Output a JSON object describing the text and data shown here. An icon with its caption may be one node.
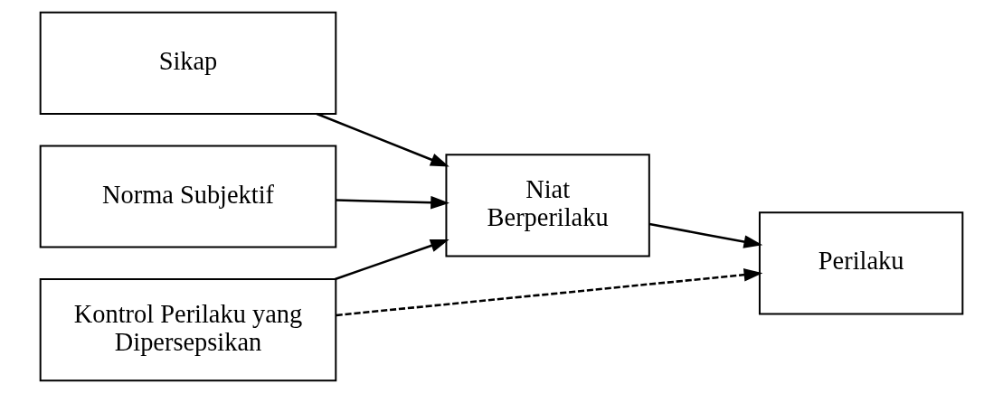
{
  "diagram": {
    "nodes": [
      {
        "text": [
          "Sikap"
        ]
      },
      {
        "text": [
          "Norma Subjektif"
        ]
      },
      {
        "text": [
          "Kontrol Perilaku yang Dipersepsikan"
        ]
      },
      {
        "text": [
          "Niat Berperilaku"
        ]
      },
      {
        "text": [
          "Perilaku"
        ]
      }
    ],
    "edges": [
      {
        "from": 0,
        "to": 3,
        "arrow": "to"
      },
      {
        "from": 1,
        "to": 3,
        "arrow": "to"
      },
      {
        "from": 2,
        "to": 3,
        "arrow": "to"
      },
      {
        "from": 3,
        "to": 4,
        "arrow": "to"
      },
      {
        "from": 2,
        "to": 4,
        "arrow": "to",
        "style": "dashed"
      }
    ]
  }
}
